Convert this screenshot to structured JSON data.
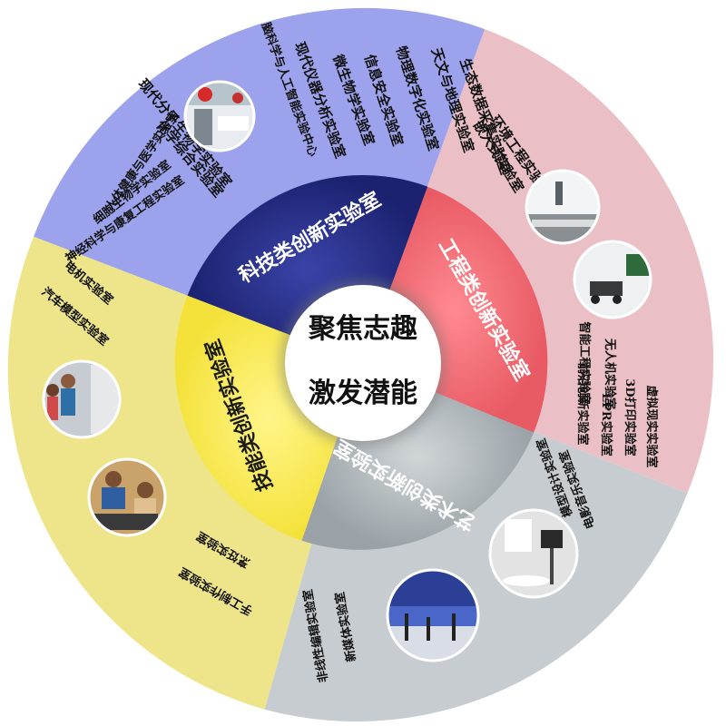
{
  "hub": {
    "line1": "聚焦志趣",
    "line2": "激发潜能"
  },
  "categories": {
    "science": "科技类创新实验室",
    "engineering": "工程类创新实验室",
    "arts": "艺术类创新实验室",
    "skills": "技能类创新实验室"
  },
  "labs": {
    "science": [
      "人体健康与医学实验室",
      "细胞生物学实验室",
      "神经科学与康复工程实验室",
      "化学综合实验室",
      "现代分子生物学实验室",
      "脑科学与人工智能实验中心",
      "现代仪器分析实验室",
      "微生物学实验室",
      "信息安全实验室",
      "物理数字化实验室",
      "天文与地理实验室"
    ],
    "engineering": [
      "生态数据采集实验室",
      "环境工程实验室",
      "嵌入式实验室",
      "智能工程实验室",
      "无人机实验室",
      "前沿创新实验室",
      "3D打印实验室",
      "EPR实验室",
      "虚拟现实实验室"
    ],
    "arts": [
      "电影音乐实验室",
      "模型设计实验室",
      "新媒体实验室",
      "非线性编辑实验室"
    ],
    "skills": [
      "电机实验室",
      "汽车模型实验室",
      "烹饪实验室",
      "手工制作实验室"
    ]
  },
  "colors": {
    "science_outer": "#9ca3ec",
    "science_inner": "#28308a",
    "engineering_outer": "#eac0c6",
    "engineering_inner": "#f07078",
    "arts_outer": "#c6cccf",
    "arts_inner": "#a9b0b4",
    "skills_outer": "#eee58a",
    "skills_inner": "#f8ec58",
    "hub": "#ffffff"
  }
}
